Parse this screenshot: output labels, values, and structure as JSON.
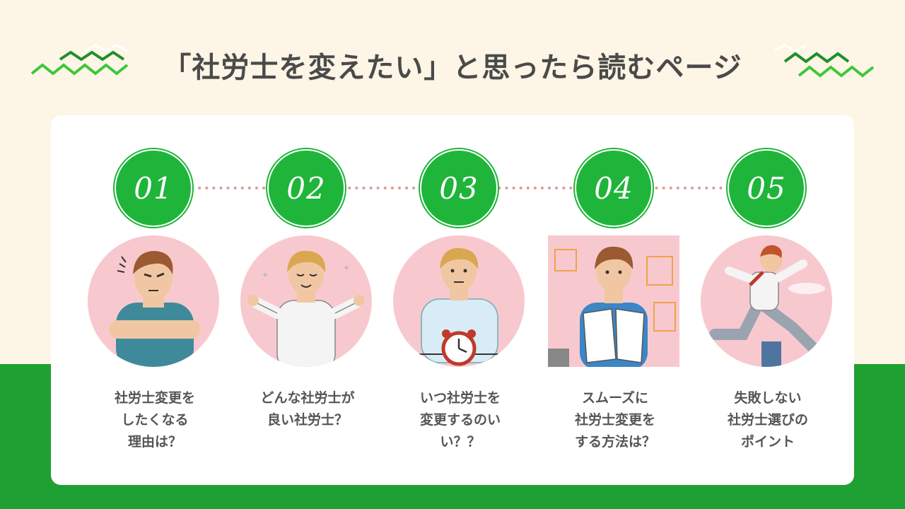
{
  "title": "「社労士を変えたい」と思ったら読むページ",
  "colors": {
    "accent_green": "#1fb53a",
    "pink": "#f7c9cf",
    "dots": "#e39a9a",
    "background": "#fdf5e6"
  },
  "steps": [
    {
      "number": "01",
      "line1": "社労士変更を",
      "line2": "したくなる",
      "line3": "理由は？",
      "icon": "frustrated-man-icon"
    },
    {
      "number": "02",
      "line1": "どんな社労士が",
      "line2": "良い社労士？",
      "line3": "",
      "icon": "calm-man-icon"
    },
    {
      "number": "03",
      "line1": "いつ社労士を",
      "line2": "変更するのい",
      "line3": "い？？",
      "icon": "man-with-clock-icon"
    },
    {
      "number": "04",
      "line1": "スムーズに",
      "line2": "社労士変更を",
      "line3": "する方法は？",
      "icon": "man-with-documents-icon"
    },
    {
      "number": "05",
      "line1": "失敗しない",
      "line2": "社労士選びの",
      "line3": "ポイント",
      "icon": "running-man-icon"
    }
  ]
}
